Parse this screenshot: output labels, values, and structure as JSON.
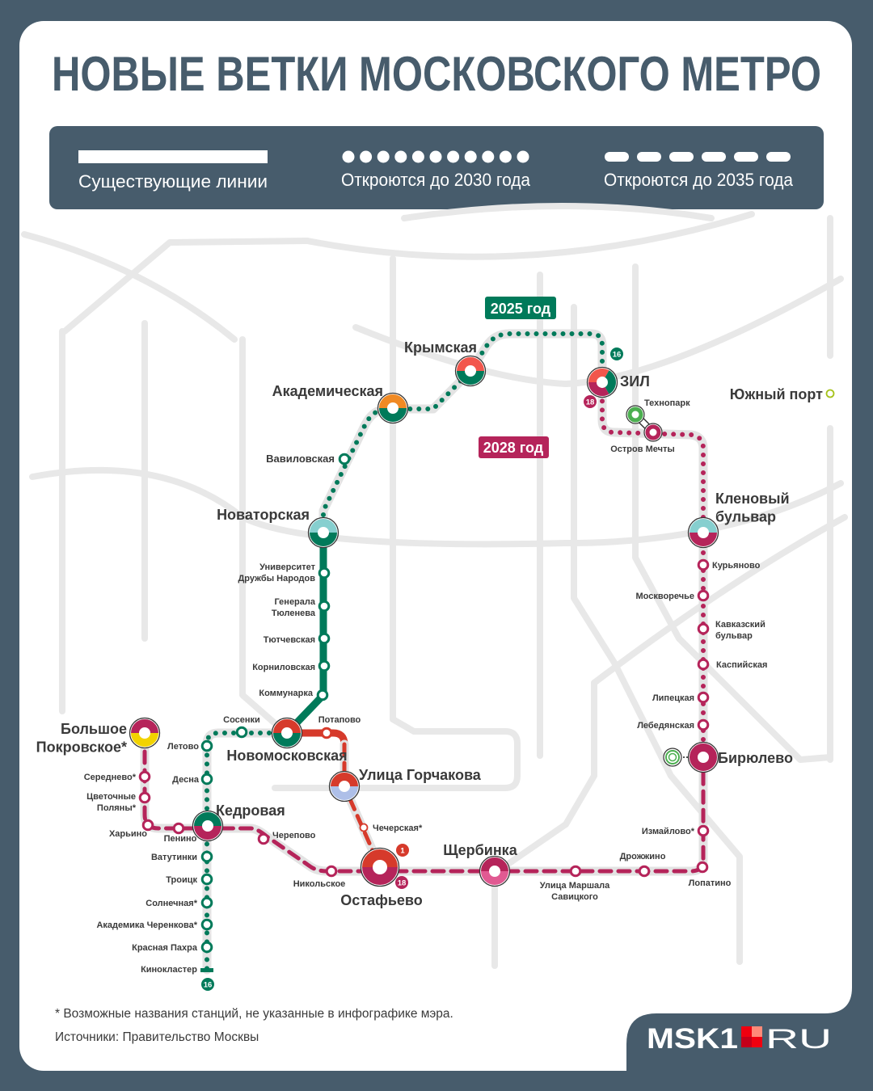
{
  "title": "НОВЫЕ ВЕТКИ МОСКОВСКОГО МЕТРО",
  "legend": {
    "existing": "Существующие линии",
    "by2030": "Откроются до 2030 года",
    "by2035": "Откроются до 2035 года"
  },
  "year_labels": {
    "y2025": "2025 год",
    "y2028": "2028 год"
  },
  "colors": {
    "background": "#475c6c",
    "green": "#007a5a",
    "red": "#d63a2b",
    "crimson": "#b5245a",
    "yellow": "#f2d300",
    "lime": "#a5c21a",
    "teal": "#86cfcf",
    "orange": "#f08a24",
    "lightred": "#f2564c",
    "blue": "#aebfe8",
    "pink": "#e15a92",
    "techno": "#4caf50",
    "grey": "#e8e8e8"
  },
  "badges": {
    "b16_zil": "16",
    "b18_zil": "18",
    "b1_ost": "1",
    "b18_ost": "18",
    "b16_end": "16"
  },
  "stations": [
    {
      "name": "Новаторская",
      "type": "interchange",
      "colors": [
        "#86cfcf",
        "#007a5a"
      ]
    },
    {
      "name": "Вавиловская",
      "type": "station",
      "colors": [
        "#007a5a"
      ]
    },
    {
      "name": "Академическая",
      "type": "interchange",
      "colors": [
        "#f08a24",
        "#007a5a"
      ]
    },
    {
      "name": "Крымская",
      "type": "interchange",
      "colors": [
        "#f2564c",
        "#007a5a"
      ]
    },
    {
      "name": "ЗИЛ",
      "type": "interchange",
      "colors": [
        "#f2564c",
        "#007a5a",
        "#b5245a"
      ]
    },
    {
      "name": "Университет\nДружбы Народов",
      "type": "station",
      "colors": [
        "#007a5a"
      ]
    },
    {
      "name": "Генерала\nТюленева",
      "type": "station",
      "colors": [
        "#007a5a"
      ]
    },
    {
      "name": "Тютчевская",
      "type": "station",
      "colors": [
        "#007a5a"
      ]
    },
    {
      "name": "Корниловская",
      "type": "station",
      "colors": [
        "#007a5a"
      ]
    },
    {
      "name": "Коммунарка",
      "type": "station",
      "colors": [
        "#007a5a"
      ]
    },
    {
      "name": "Новомосковская",
      "type": "interchange",
      "colors": [
        "#d63a2b",
        "#007a5a"
      ]
    },
    {
      "name": "Сосенки",
      "type": "station",
      "colors": [
        "#007a5a"
      ]
    },
    {
      "name": "Летово",
      "type": "station",
      "colors": [
        "#007a5a"
      ]
    },
    {
      "name": "Десна",
      "type": "station",
      "colors": [
        "#007a5a"
      ]
    },
    {
      "name": "Кедровая",
      "type": "interchange",
      "colors": [
        "#007a5a",
        "#b5245a"
      ]
    },
    {
      "name": "Ватутинки",
      "type": "station",
      "colors": [
        "#007a5a"
      ]
    },
    {
      "name": "Троицк",
      "type": "station",
      "colors": [
        "#007a5a"
      ]
    },
    {
      "name": "Солнечная*",
      "type": "station",
      "colors": [
        "#007a5a"
      ]
    },
    {
      "name": "Академика Черенкова*",
      "type": "station",
      "colors": [
        "#007a5a"
      ]
    },
    {
      "name": "Красная Пахра",
      "type": "station",
      "colors": [
        "#007a5a"
      ]
    },
    {
      "name": "Кинокластер",
      "type": "terminal",
      "colors": [
        "#007a5a"
      ]
    },
    {
      "name": "Потапово",
      "type": "station",
      "colors": [
        "#d63a2b"
      ]
    },
    {
      "name": "Улица Горчакова",
      "type": "interchange",
      "colors": [
        "#d63a2b",
        "#aebfe8"
      ]
    },
    {
      "name": "Чечерская*",
      "type": "small",
      "colors": [
        "#d63a2b"
      ]
    },
    {
      "name": "Остафьево",
      "type": "hub",
      "colors": [
        "#d63a2b",
        "#b5245a"
      ]
    },
    {
      "name": "Большое\nПокровское*",
      "type": "interchange",
      "colors": [
        "#b5245a",
        "#f2d300"
      ]
    },
    {
      "name": "Середнево*",
      "type": "station",
      "colors": [
        "#b5245a"
      ]
    },
    {
      "name": "Цветочные\nПоляны*",
      "type": "station",
      "colors": [
        "#b5245a"
      ]
    },
    {
      "name": "Харьино",
      "type": "station",
      "colors": [
        "#b5245a"
      ]
    },
    {
      "name": "Пенино",
      "type": "station",
      "colors": [
        "#b5245a"
      ]
    },
    {
      "name": "Черепово",
      "type": "station",
      "colors": [
        "#b5245a"
      ]
    },
    {
      "name": "Никольское",
      "type": "station",
      "colors": [
        "#b5245a"
      ]
    },
    {
      "name": "Щербинка",
      "type": "interchange",
      "colors": [
        "#b5245a",
        "#e15a92"
      ]
    },
    {
      "name": "Улица Маршала\nСавицкого",
      "type": "station",
      "colors": [
        "#b5245a"
      ]
    },
    {
      "name": "Дрожжино",
      "type": "station",
      "colors": [
        "#b5245a"
      ]
    },
    {
      "name": "Лопатино",
      "type": "station",
      "colors": [
        "#b5245a"
      ]
    },
    {
      "name": "Измайлово*",
      "type": "station",
      "colors": [
        "#b5245a"
      ]
    },
    {
      "name": "Бирюлево",
      "type": "interchange",
      "colors": [
        "#b5245a",
        "#b5245a"
      ]
    },
    {
      "name": "Лебедянская",
      "type": "station",
      "colors": [
        "#b5245a"
      ]
    },
    {
      "name": "Липецкая",
      "type": "station",
      "colors": [
        "#b5245a"
      ]
    },
    {
      "name": "Каспийская",
      "type": "station",
      "colors": [
        "#b5245a"
      ]
    },
    {
      "name": "Кавказский\nбульвар",
      "type": "station",
      "colors": [
        "#b5245a"
      ]
    },
    {
      "name": "Москворечье",
      "type": "station",
      "colors": [
        "#b5245a"
      ]
    },
    {
      "name": "Курьяново",
      "type": "station",
      "colors": [
        "#b5245a"
      ]
    },
    {
      "name": "Кленовый\nбульвар",
      "type": "interchange",
      "colors": [
        "#86cfcf",
        "#b5245a"
      ]
    },
    {
      "name": "Остров Мечты",
      "type": "interchange-small",
      "colors": [
        "#b5245a"
      ]
    },
    {
      "name": "Технопарк",
      "type": "interchange-small",
      "colors": [
        "#4caf50"
      ]
    },
    {
      "name": "Южный порт",
      "type": "small",
      "colors": [
        "#a5c21a"
      ]
    }
  ],
  "footer": {
    "note": "* Возможные названия станций, не указанные в инфографике мэра.",
    "sources": "Источники: Правительство Москвы"
  },
  "logo": {
    "main": "MSK1",
    "suffix": "RU"
  }
}
